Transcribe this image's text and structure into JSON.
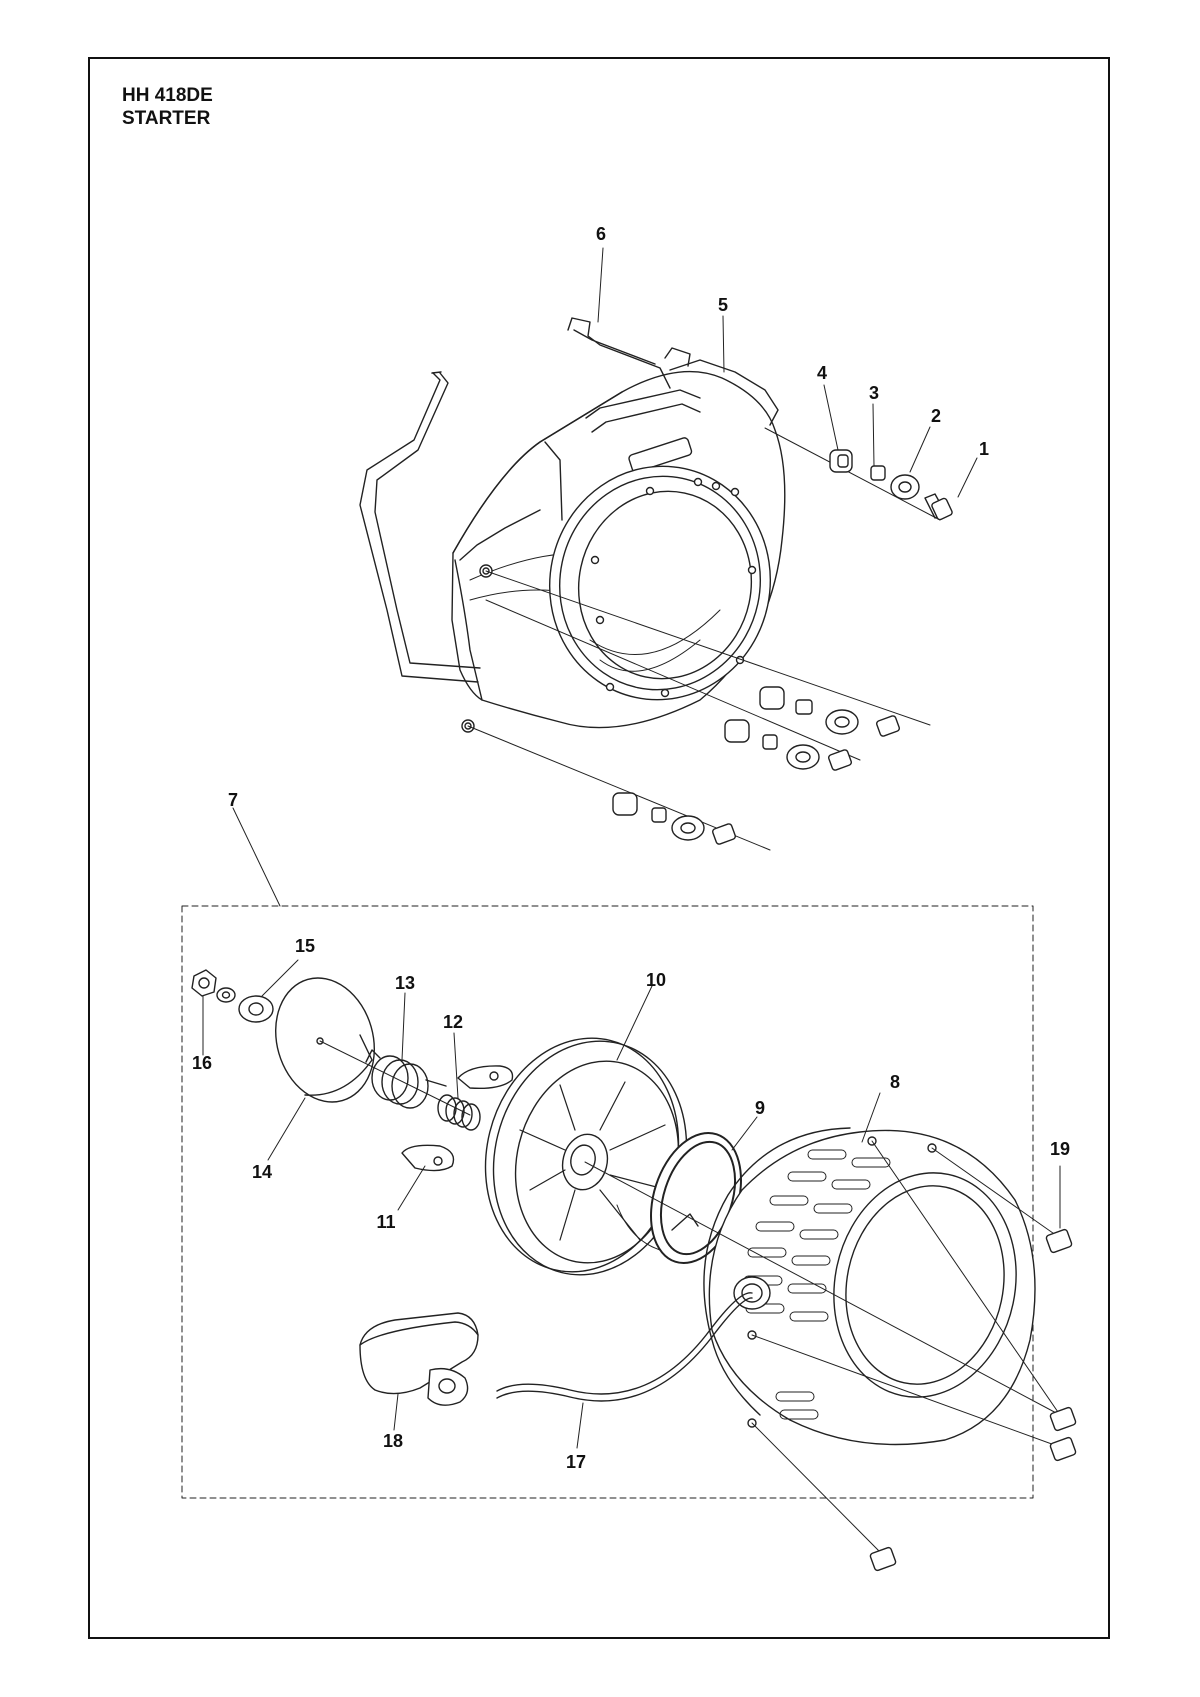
{
  "header": {
    "model": "HH 418DE",
    "section": "STARTER"
  },
  "callouts": [
    {
      "id": "p1",
      "text": "1"
    },
    {
      "id": "p2",
      "text": "2"
    },
    {
      "id": "p3",
      "text": "3"
    },
    {
      "id": "p4",
      "text": "4"
    },
    {
      "id": "p5",
      "text": "5"
    },
    {
      "id": "p6",
      "text": "6"
    },
    {
      "id": "p7",
      "text": "7"
    },
    {
      "id": "p8",
      "text": "8"
    },
    {
      "id": "p9",
      "text": "9"
    },
    {
      "id": "p10",
      "text": "10"
    },
    {
      "id": "p11",
      "text": "11"
    },
    {
      "id": "p12",
      "text": "12"
    },
    {
      "id": "p13",
      "text": "13"
    },
    {
      "id": "p14",
      "text": "14"
    },
    {
      "id": "p15",
      "text": "15"
    },
    {
      "id": "p16",
      "text": "16"
    },
    {
      "id": "p17",
      "text": "17"
    },
    {
      "id": "p18",
      "text": "18"
    },
    {
      "id": "p19",
      "text": "19"
    }
  ]
}
